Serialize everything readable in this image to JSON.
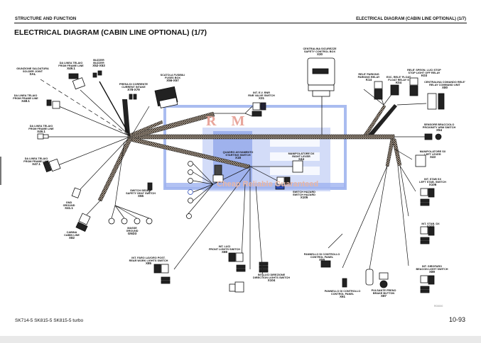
{
  "header": {
    "section": "STRUCTURE AND FUNCTION",
    "running_title": "ELECTRICAL DIAGRAM (CABIN LINE  OPTIONAL) (1/7)"
  },
  "page_title": "ELECTRICAL DIAGRAM (CABIN LINE  OPTIONAL) (1/7)",
  "footer": {
    "models": "SK714-5  SK815-5  SK815-5 turbo",
    "page_number": "10-93",
    "figure_code": "R00000"
  },
  "watermark": {
    "letters": "R  M",
    "tagline": "Cheap Reliable Guaranteed",
    "color": "#2f54c8"
  },
  "components": [
    {
      "id": "sal",
      "it": "GIUNZIONE SALDATURA",
      "en": "SOLDER JOINT",
      "code": "SAL"
    },
    {
      "id": "x49-1",
      "it": "DA LINEA TELAIO",
      "en": "FROM FRAME LINE",
      "code": "X49.1"
    },
    {
      "id": "x52-x53",
      "it": "BUZZER",
      "en": "BUZZER",
      "code": "X52-X53"
    },
    {
      "id": "x48-1",
      "it": "DA LINEA TELAIO",
      "en": "FROM FRAME LINE",
      "code": "X48.1"
    },
    {
      "id": "x78-x79",
      "it": "PRESA DI CORRENTE",
      "en": "CURRENT INTAKE",
      "code": "X78-X79"
    },
    {
      "id": "x56-x57",
      "it": "SCATOLA FUSIBILI",
      "en": "FUSES BOX",
      "code": "X56-X57"
    },
    {
      "id": "x46-1",
      "it": "DA LINEA TELAIO",
      "en": "FROM FRAME LINE",
      "code": "X46.1"
    },
    {
      "id": "x47-1",
      "it": "DA LINEA TELAIO",
      "en": "FROM FRAME LINE",
      "code": "X47.1"
    },
    {
      "id": "x41-1",
      "it": "GND",
      "en": "GROUND",
      "code": "X41.1"
    },
    {
      "id": "x82",
      "it": "CABINA",
      "en": "CABIN LINE",
      "code": "X82"
    },
    {
      "id": "x31",
      "it": "INT. E.V. RNR",
      "en": "RNR VALVE SWITCH",
      "code": "X31"
    },
    {
      "id": "x55",
      "it": "SWITCH SEDILE",
      "en": "SAFETY SEAT SWITCH",
      "code": "X55"
    },
    {
      "id": "gnd3",
      "it": "MASSE",
      "en": "GROUND",
      "code": "GND3"
    },
    {
      "id": "x18",
      "it": "QUADRO AVVIAMENTO",
      "en": "STARTING SWITCH",
      "code": "X18"
    },
    {
      "id": "x30",
      "it": "CENTRALINA SICUREZZE",
      "en": "SAFETY CONTROL BOX",
      "code": "X30"
    },
    {
      "id": "k14",
      "it": "RELE' PARKING",
      "en": "PARKING RELAY",
      "code": "K14"
    },
    {
      "id": "k04",
      "it": "EXC. RELE' FLOAT",
      "en": "FLOAT RELAY S",
      "code": "K04"
    },
    {
      "id": "k03",
      "it": "RELE' SPEGN. LUCI STOP",
      "en": "STOP LIGHT OFF RELAY",
      "code": "K03"
    },
    {
      "id": "x80",
      "it": "CENTRALINA COMANDO RELE'",
      "en": "RELAY COMMAND UNIT",
      "code": "X80"
    },
    {
      "id": "x54",
      "it": "SENSORE BRACCIOLO",
      "en": "PROXIMITY ARM SWITCH",
      "code": "X54"
    },
    {
      "id": "x44",
      "it": "MANIPOLATORE DX",
      "en": "RIGHT LEVER",
      "code": "X44"
    },
    {
      "id": "x43",
      "it": "MANIPOLATORE SX",
      "en": "LEFT LEVER",
      "code": "X43"
    },
    {
      "id": "x105",
      "it": "SWITCH HAZARD",
      "en": "SWITCH HAZARD",
      "code": "X105"
    },
    {
      "id": "x106",
      "it": "INT. STAB SX",
      "en": "LEFT STAB. SWITCH",
      "code": "X106"
    },
    {
      "id": "x107",
      "it": "INT. STAB. DX",
      "en": "",
      "code": "X107"
    },
    {
      "id": "x89",
      "it": "INT. GIROFARO",
      "en": "BEACON LIGHT SWITCH",
      "code": "X89"
    },
    {
      "id": "x85",
      "it": "INT. FARO LAVORO POST.",
      "en": "REAR WORK LIGHTS SWITCH",
      "code": "X85"
    },
    {
      "id": "x88",
      "it": "INT. LUCI",
      "en": "FRONT LIGHTS SWITCH",
      "code": "X88"
    },
    {
      "id": "x104",
      "it": "INT. LUCI DIREZIONE",
      "en": "DIRECTION LIGHTS SWITCH",
      "code": "X104"
    },
    {
      "id": "x59",
      "it": "PANNELLO DI CONTROLLO",
      "en": "CONTROL PANEL",
      "code": "X59"
    },
    {
      "id": "x61",
      "it": "PANNELLO DI CONTROLLO",
      "en": "CONTROL PANEL",
      "code": "X61"
    },
    {
      "id": "x87",
      "it": "PULSANTE FRENO",
      "en": "BRAKE BUTTON",
      "code": "X87"
    }
  ]
}
